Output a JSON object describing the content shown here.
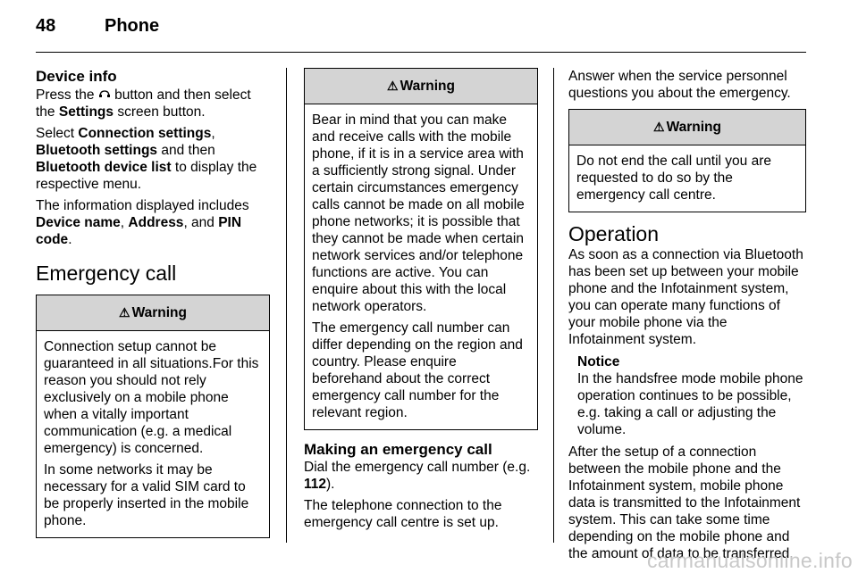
{
  "header": {
    "page_number": "48",
    "title": "Phone"
  },
  "col1": {
    "device_info_heading": "Device info",
    "p1_a": "Press the ",
    "p1_icon": "phone-settings-icon",
    "p1_b": " button and then select the ",
    "p1_settings": "Settings",
    "p1_c": " screen button.",
    "p2_a": "Select ",
    "p2_conn": "Connection settings",
    "p2_b": ", ",
    "p2_bt": "Bluetooth settings",
    "p2_c": " and then ",
    "p2_btlist": "Bluetooth device list",
    "p2_d": " to display the respective menu.",
    "p3_a": "The information displayed includes ",
    "p3_devname": "Device name",
    "p3_b": ", ",
    "p3_addr": "Address",
    "p3_c": ", and ",
    "p3_pin": "PIN code",
    "p3_d": ".",
    "emergency_heading": "Emergency call",
    "warning_label": "Warning",
    "warning_p1": "Connection setup cannot be guaranteed in all situations.For this reason you should not rely exclusively on a mobile phone when a vitally important communication (e.g. a medical emergency) is concerned.",
    "warning_p2": "In some networks it may be necessary for a valid SIM card to be properly inserted in the mobile phone."
  },
  "col2": {
    "warning_label": "Warning",
    "warning_p1": "Bear in mind that you can make and receive calls with the mobile phone, if it is in a service area with a sufficiently strong signal. Under certain circumstances emergency calls cannot be made on all mobile phone networks; it is possible that they cannot be made when certain network services and/or telephone functions are active. You can enquire about this with the local network operators.",
    "warning_p2": "The emergency call number can differ depending on the region and country. Please enquire beforehand about the correct emergency call number for the relevant region.",
    "making_heading": "Making an emergency call",
    "p1_a": "Dial the emergency call number (e.g. ",
    "p1_num": "112",
    "p1_b": ").",
    "p2": "The telephone connection to the emergency call centre is set up."
  },
  "col3": {
    "p1": "Answer when the service personnel questions you about the emergency.",
    "warning_label": "Warning",
    "warning_p1": "Do not end the call until you are requested to do so by the emergency call centre.",
    "operation_heading": "Operation",
    "p2": "As soon as a connection via Bluetooth has been set up between your mobile phone and the Infotainment system, you can operate many functions of your mobile phone via the Infotainment system.",
    "notice_label": "Notice",
    "notice_text": "In the handsfree mode mobile phone operation continues to be possible, e.g. taking a call or adjusting the volume.",
    "p3": "After the setup of a connection between the mobile phone and the Infotainment system, mobile phone data is transmitted to the Infotainment system. This can take some time depending on the mobile phone and the amount of data to be transferred."
  },
  "watermark": "carmanualsonline.info"
}
